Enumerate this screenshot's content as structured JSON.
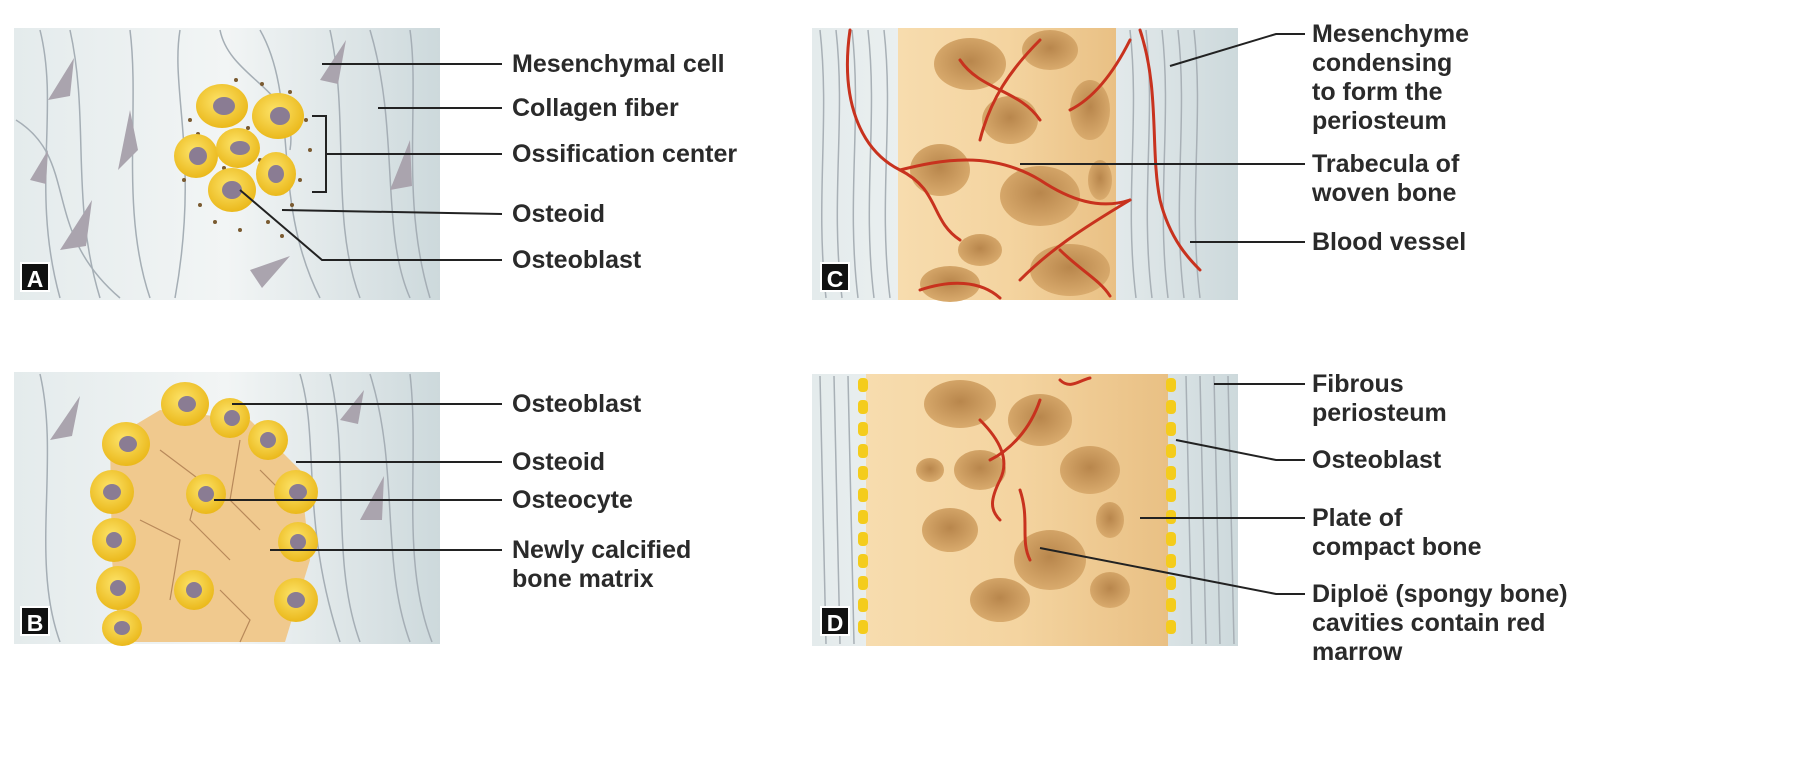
{
  "panels": [
    {
      "letter": "A",
      "labels": [
        "Mesenchymal cell",
        "Collagen fiber",
        "Ossification center",
        "Osteoid",
        "Osteoblast"
      ]
    },
    {
      "letter": "B",
      "labels": [
        "Osteoblast",
        "Osteoid",
        "Osteocyte",
        "Newly calcified\nbone matrix"
      ]
    },
    {
      "letter": "C",
      "labels": [
        "Mesenchyme\ncondensing\nto form the\nperiosteum",
        "Trabecula of\nwoven bone",
        "Blood vessel"
      ]
    },
    {
      "letter": "D",
      "labels": [
        "Fibrous\nperiosteum",
        "Osteoblast",
        "Plate of\ncompact bone",
        "Diploë (spongy bone)\ncavities contain red\nmarrow"
      ]
    }
  ],
  "colors": {
    "tissue_background": "#dde6e8",
    "collagen_fiber": "#9aa4ab",
    "mesenchymal_cell": "#a7a0ab",
    "osteoblast": "#f2c21e",
    "cell_nucleus": "#8a7c93",
    "bone_matrix": "#f3d3a1",
    "bone_cavity": "#c99a5c",
    "blood_vessel": "#c8321e",
    "leader_line": "#222222"
  }
}
